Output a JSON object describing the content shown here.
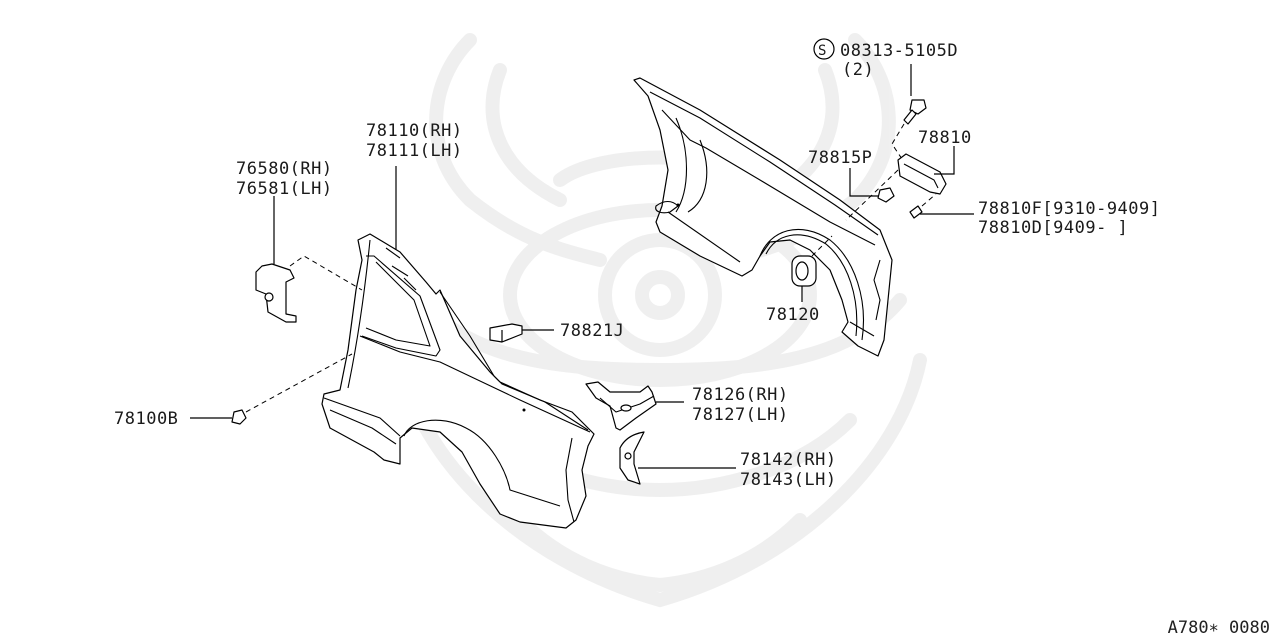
{
  "diagram": {
    "figure_code": "A780∗ 0080",
    "watermark": "samurai-helmet-logo",
    "callouts": [
      {
        "id": "bolt",
        "prefix_symbol": "S",
        "lines": [
          "08313-5105D",
          "(2)"
        ]
      },
      {
        "id": "fuel-lid",
        "lines": [
          "78810"
        ]
      },
      {
        "id": "lid-pin",
        "lines": [
          "78815P"
        ]
      },
      {
        "id": "lid-bumper",
        "lines": [
          "78810F[9310-9409]",
          "78810D[9409-    ]"
        ]
      },
      {
        "id": "grommet",
        "lines": [
          "78120"
        ]
      },
      {
        "id": "rear-fender",
        "lines": [
          "78110(RH)",
          "78111(LH)"
        ]
      },
      {
        "id": "bracket",
        "lines": [
          "76580(RH)",
          "76581(LH)"
        ]
      },
      {
        "id": "seal",
        "lines": [
          "78821J"
        ]
      },
      {
        "id": "clip",
        "lines": [
          "78100B"
        ]
      },
      {
        "id": "extension",
        "lines": [
          "78126(RH)",
          "78127(LH)"
        ]
      },
      {
        "id": "gusset",
        "lines": [
          "78142(RH)",
          "78143(LH)"
        ]
      }
    ]
  }
}
